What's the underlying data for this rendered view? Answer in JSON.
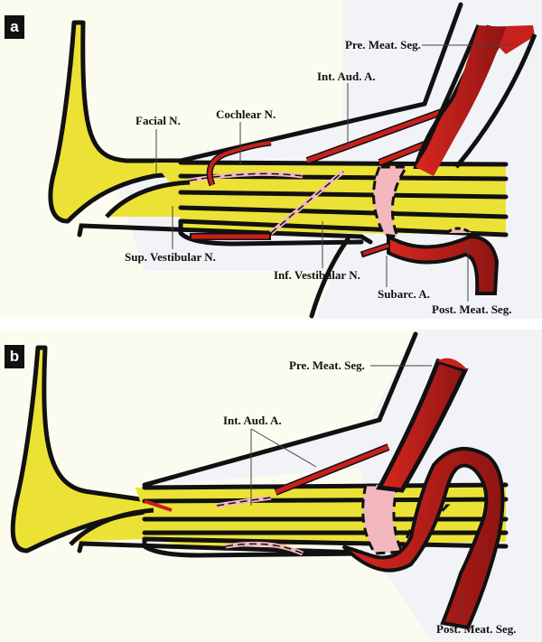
{
  "figure": {
    "colors": {
      "background_light": "#fbfbef",
      "background_grey": "#f1f3f6",
      "nerve_yellow": "#ece236",
      "artery_red": "#c8201c",
      "artery_dark": "#8e1512",
      "hidden_artery_pink": "#f2b8bd",
      "outline": "#111111",
      "canal_white": "#eef0f5"
    },
    "panels": [
      {
        "id": "a",
        "letter": "a",
        "labels": {
          "pre_meat_seg": "Pre. Meat. Seg.",
          "int_aud_a": "Int. Aud. A.",
          "facial_n": "Facial N.",
          "cochlear_n": "Cochlear N.",
          "sup_vestibular_n": "Sup. Vestibular N.",
          "inf_vestibular_n": "Inf. Vestibular N.",
          "subarc_a": "Subarc. A.",
          "post_meat_seg": "Post. Meat. Seg."
        }
      },
      {
        "id": "b",
        "letter": "b",
        "labels": {
          "pre_meat_seg": "Pre. Meat. Seg.",
          "int_aud_a": "Int. Aud. A.",
          "post_meat_seg": "Post. Meat. Seg."
        }
      }
    ]
  }
}
